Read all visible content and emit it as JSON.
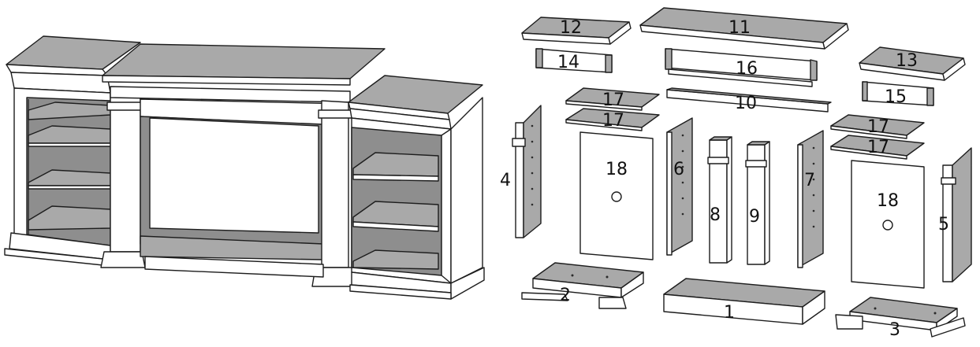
{
  "labels": {
    "p1": "1",
    "p2": "2",
    "p3": "3",
    "p4": "4",
    "p5": "5",
    "p6": "6",
    "p7": "7",
    "p8": "8",
    "p9": "9",
    "p10": "10",
    "p11": "11",
    "p12": "12",
    "p13": "13",
    "p14": "14",
    "p15": "15",
    "p16": "16",
    "p17a": "17",
    "p17b": "17",
    "p17c": "17",
    "p17d": "17",
    "p18a": "18",
    "p18b": "18"
  }
}
